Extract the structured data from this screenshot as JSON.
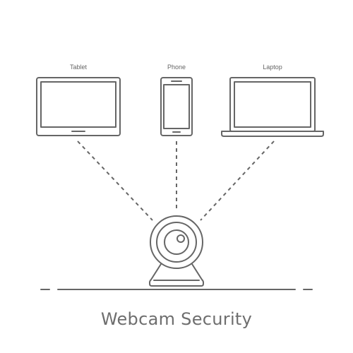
{
  "devices": {
    "tablet": {
      "label": "Tablet",
      "icon": "tablet-icon"
    },
    "phone": {
      "label": "Phone",
      "icon": "phone-icon"
    },
    "laptop": {
      "label": "Laptop",
      "icon": "laptop-icon"
    }
  },
  "webcam": {
    "icon": "webcam-icon"
  },
  "title": "Webcam Security",
  "colors": {
    "stroke": "#666666",
    "background": "#ffffff"
  }
}
